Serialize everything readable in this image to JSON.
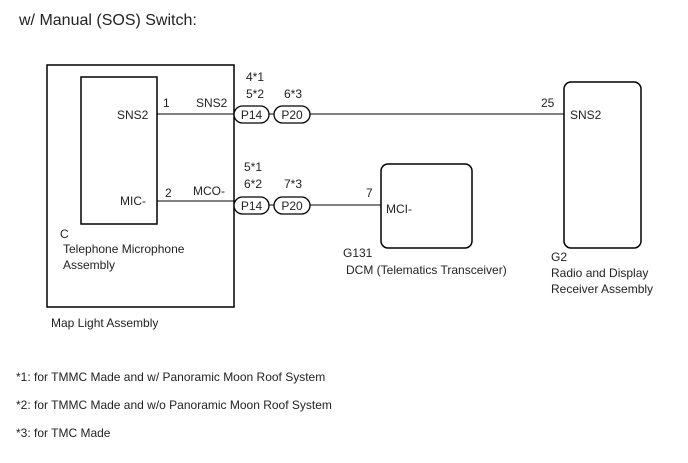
{
  "title": "w/ Manual (SOS) Switch:",
  "map_light_assembly": {
    "label": "Map Light Assembly",
    "microphone": {
      "code": "C",
      "name_line1": "Telephone Microphone",
      "name_line2": "Assembly",
      "pin1_name": "SNS2",
      "pin1_number": "1",
      "pin2_name": "MIC-",
      "pin2_number": "2"
    },
    "terminal_sns2": "SNS2",
    "terminal_mco": "MCO-"
  },
  "connectors": {
    "upper": {
      "p14_label": "P14",
      "p20_label": "P20",
      "p14_pin_a": "4*1",
      "p14_pin_b": "5*2",
      "p20_pin": "6*3"
    },
    "lower": {
      "p14_label": "P14",
      "p20_label": "P20",
      "p14_pin_a": "5*1",
      "p14_pin_b": "6*2",
      "p20_pin": "7*3"
    }
  },
  "dcm": {
    "code": "G131",
    "name": "DCM (Telematics Transceiver)",
    "pin_name": "MCI-",
    "pin_number": "7"
  },
  "radio": {
    "code": "G2",
    "name_line1": "Radio and Display",
    "name_line2": "Receiver Assembly",
    "pin_name": "SNS2",
    "pin_number": "25"
  },
  "footnotes": [
    "*1: for TMMC Made and w/ Panoramic Moon Roof System",
    "*2: for TMMC Made and w/o Panoramic Moon Roof System",
    "*3: for TMC Made"
  ]
}
